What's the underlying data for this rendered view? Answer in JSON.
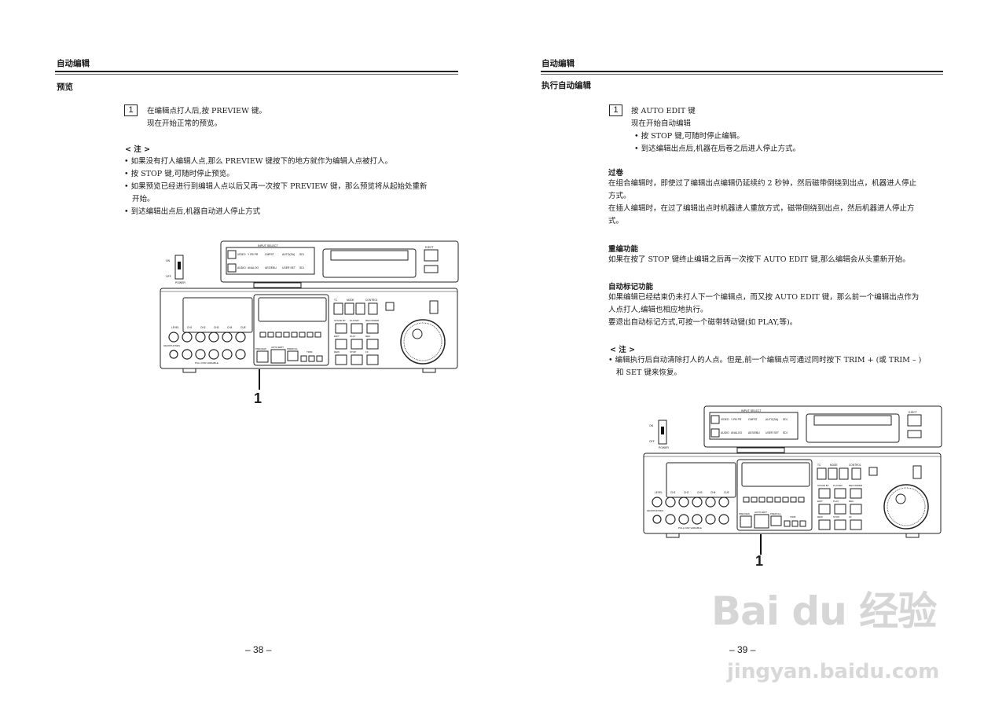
{
  "left_page": {
    "header": "自动编辑",
    "section_title": "预览",
    "step": {
      "number": "1",
      "lines": [
        "在编辑点打人后,按 PREVIEW 键。",
        "现在开始正常的预览。"
      ]
    },
    "note_title": "< 注 >",
    "notes": [
      "• 如果没有打人编辑人点,那么 PREVIEW 键按下的地方就作为编辑人点被打人。",
      "• 按 STOP 键,可随时停止预览。",
      "• 如果预览已经进行到编辑人点以后又再一次按下 PREVIEW 键，那么预览将从起始处重新",
      "  开始。",
      "• 到达编辑出点后,机器自动进人停止方式"
    ],
    "figure_callout": "1",
    "page_number": "– 38 –"
  },
  "right_page": {
    "header": "自动编辑",
    "section_title": "执行自动编辑",
    "step": {
      "number": "1",
      "lines": [
        "按 AUTO EDIT 键",
        "现在开始自动编辑",
        "• 按 STOP 键,可随时停止编辑。",
        "• 到达编辑出点后,机器在后卷之后进人停止方式。"
      ]
    },
    "sections": [
      {
        "title": "过卷",
        "lines": [
          "在组合编辑时，即使过了编辑出点编辑仍延续约 2 秒钟，然后磁带倒绕到出点，机器进人停止",
          "方式。",
          "在插人编辑时，在过了编辑出点时机器进人重放方式，磁带倒绕到出点，然后机器进人停止方",
          "式。"
        ]
      },
      {
        "title": "重编功能",
        "lines": [
          "如果在按了 STOP 键终止编辑之后再一次按下 AUTO EDIT 键,那么编辑会从头重新开始。"
        ]
      },
      {
        "title": "自动标记功能",
        "lines": [
          "如果编辑已经结束仍未打人下一个编辑点，而又按 AUTO EDIT 键，那么前一个编辑出点作为",
          "人点打人,编辑也相应地执行。",
          "要退出自动标记方式,可按一个磁带转动键(如 PLAY,等)。"
        ]
      }
    ],
    "note_title": "< 注 >",
    "notes": [
      "• 编辑执行后自动清除打人的人点。但是,前一个编辑点可通过同时按下 TRIM + (或 TRIM – )",
      "  和 SET 键来恢复。"
    ],
    "figure_callout": "1",
    "page_number": "– 39 –"
  },
  "device_labels": {
    "input_select": "INPUT SELECT",
    "video": "VIDEO",
    "audio": "AUDIO",
    "video_options": [
      "Y PB PR",
      "CMPST",
      "AUTO(SA)",
      "SDI"
    ],
    "audio_options": [
      "ANALOG",
      "AES/EBU",
      "USER SET",
      "SDI"
    ],
    "eject": "EJECT",
    "power": "POWER",
    "on": "ON",
    "off": "OFF",
    "level": "LEVEL",
    "channels": [
      "CH1",
      "CH2",
      "CH3",
      "CH4",
      "CUE"
    ],
    "headphones": "HEADPHONES",
    "pull_for_variable": "PULL FOR VARIABLE",
    "preview": "PREVIEW",
    "auto_edit": "AUTO EDIT",
    "preroll": "PREROLL",
    "trim": "TRIM",
    "stand_by": "STAND BY",
    "player": "PLAYER",
    "recorder": "RECORDER",
    "edit": "EDIT",
    "play": "PLAY",
    "rec": "REC",
    "rew": "REW",
    "stop": "STOP",
    "ff": "FF",
    "control": "CONTROL",
    "tc": "TC",
    "mode": "MODE"
  },
  "watermark": {
    "logo": "Bai du 经验",
    "url": "jingyan.baidu.com"
  }
}
